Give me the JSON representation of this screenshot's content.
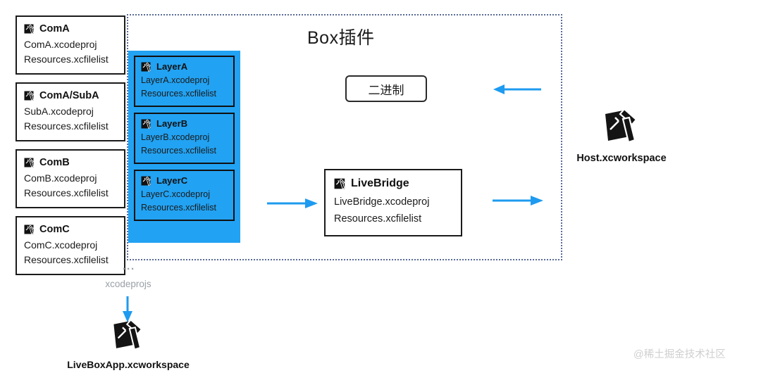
{
  "diagram": {
    "title": "Box插件",
    "binary_box": {
      "label": "二进制"
    },
    "left_column": {
      "cards": [
        {
          "icon": "xcodeproj-icon",
          "title": "ComA",
          "lines": [
            "ComA.xcodeproj",
            "Resources.xcfilelist"
          ]
        },
        {
          "icon": "xcodeproj-icon",
          "title": "ComA/SubA",
          "lines": [
            "SubA.xcodeproj",
            "Resources.xcfilelist"
          ]
        },
        {
          "icon": "xcodeproj-icon",
          "title": "ComB",
          "lines": [
            "ComB.xcodeproj",
            "Resources.xcfilelist"
          ]
        },
        {
          "icon": "xcodeproj-icon",
          "title": "ComC",
          "lines": [
            "ComC.xcodeproj",
            "Resources.xcfilelist"
          ]
        }
      ]
    },
    "layer_group": {
      "cards": [
        {
          "icon": "xcodeproj-icon",
          "title": "LayerA",
          "lines": [
            "LayerA.xcodeproj",
            "Resources.xcfilelist"
          ]
        },
        {
          "icon": "xcodeproj-icon",
          "title": "LayerB",
          "lines": [
            "LayerB.xcodeproj",
            "Resources.xcfilelist"
          ]
        },
        {
          "icon": "xcodeproj-icon",
          "title": "LayerC",
          "lines": [
            "LayerC.xcodeproj",
            "Resources.xcfilelist"
          ]
        }
      ]
    },
    "livebridge": {
      "icon": "xcodeproj-icon",
      "title": "LiveBridge",
      "lines": [
        "LiveBridge.xcodeproj",
        "Resources.xcfilelist"
      ]
    },
    "host_workspace": {
      "icon": "xcode-workspace-icon",
      "label": "Host.xcworkspace"
    },
    "bottom": {
      "ellipsis": "···",
      "xcodeprojs_label": "xcodeprojs",
      "app_workspace": {
        "icon": "xcode-workspace-icon",
        "label": "LiveBoxApp.xcworkspace"
      }
    },
    "arrows": [
      {
        "name": "arrow-binary-to-host",
        "direction": "left"
      },
      {
        "name": "arrow-layers-to-livebridge",
        "direction": "right"
      },
      {
        "name": "arrow-livebridge-to-host",
        "direction": "right"
      },
      {
        "name": "arrow-xcodeprojs-to-app",
        "direction": "down"
      }
    ],
    "colors": {
      "accent_blue": "#22a2f2",
      "arrow_blue": "#1e9bf0",
      "container_border": "#5a6a97",
      "text_dark": "#1b1b1b",
      "muted_gray": "#9aa0a6",
      "watermark_gray": "#cfcfcf"
    },
    "watermark": "@稀土掘金技术社区"
  }
}
